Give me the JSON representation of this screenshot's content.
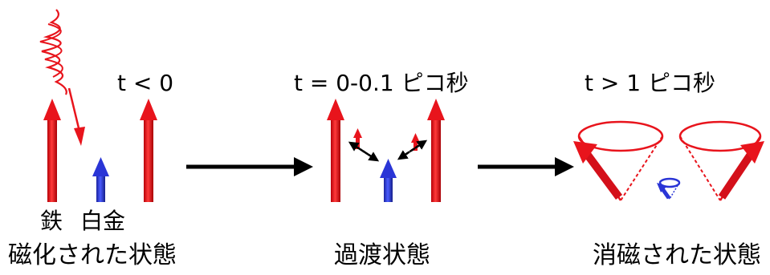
{
  "panels": {
    "magnetized": {
      "time_label": "t < 0",
      "state_label": "磁化された状態",
      "iron_label": "鉄",
      "platinum_label": "白金"
    },
    "transient": {
      "time_label": "t = 0-0.1 ピコ秒",
      "state_label": "過渡状態"
    },
    "demagnetized": {
      "time_label": "t > 1 ピコ秒",
      "state_label": "消磁された状態"
    }
  },
  "colors": {
    "iron_spin": "#e8141c",
    "platinum_spin": "#2a35d6",
    "process_arrow": "#000000"
  },
  "icons": [
    "laser-pulse-icon",
    "spin-arrow-icon",
    "precession-cone-icon"
  ]
}
